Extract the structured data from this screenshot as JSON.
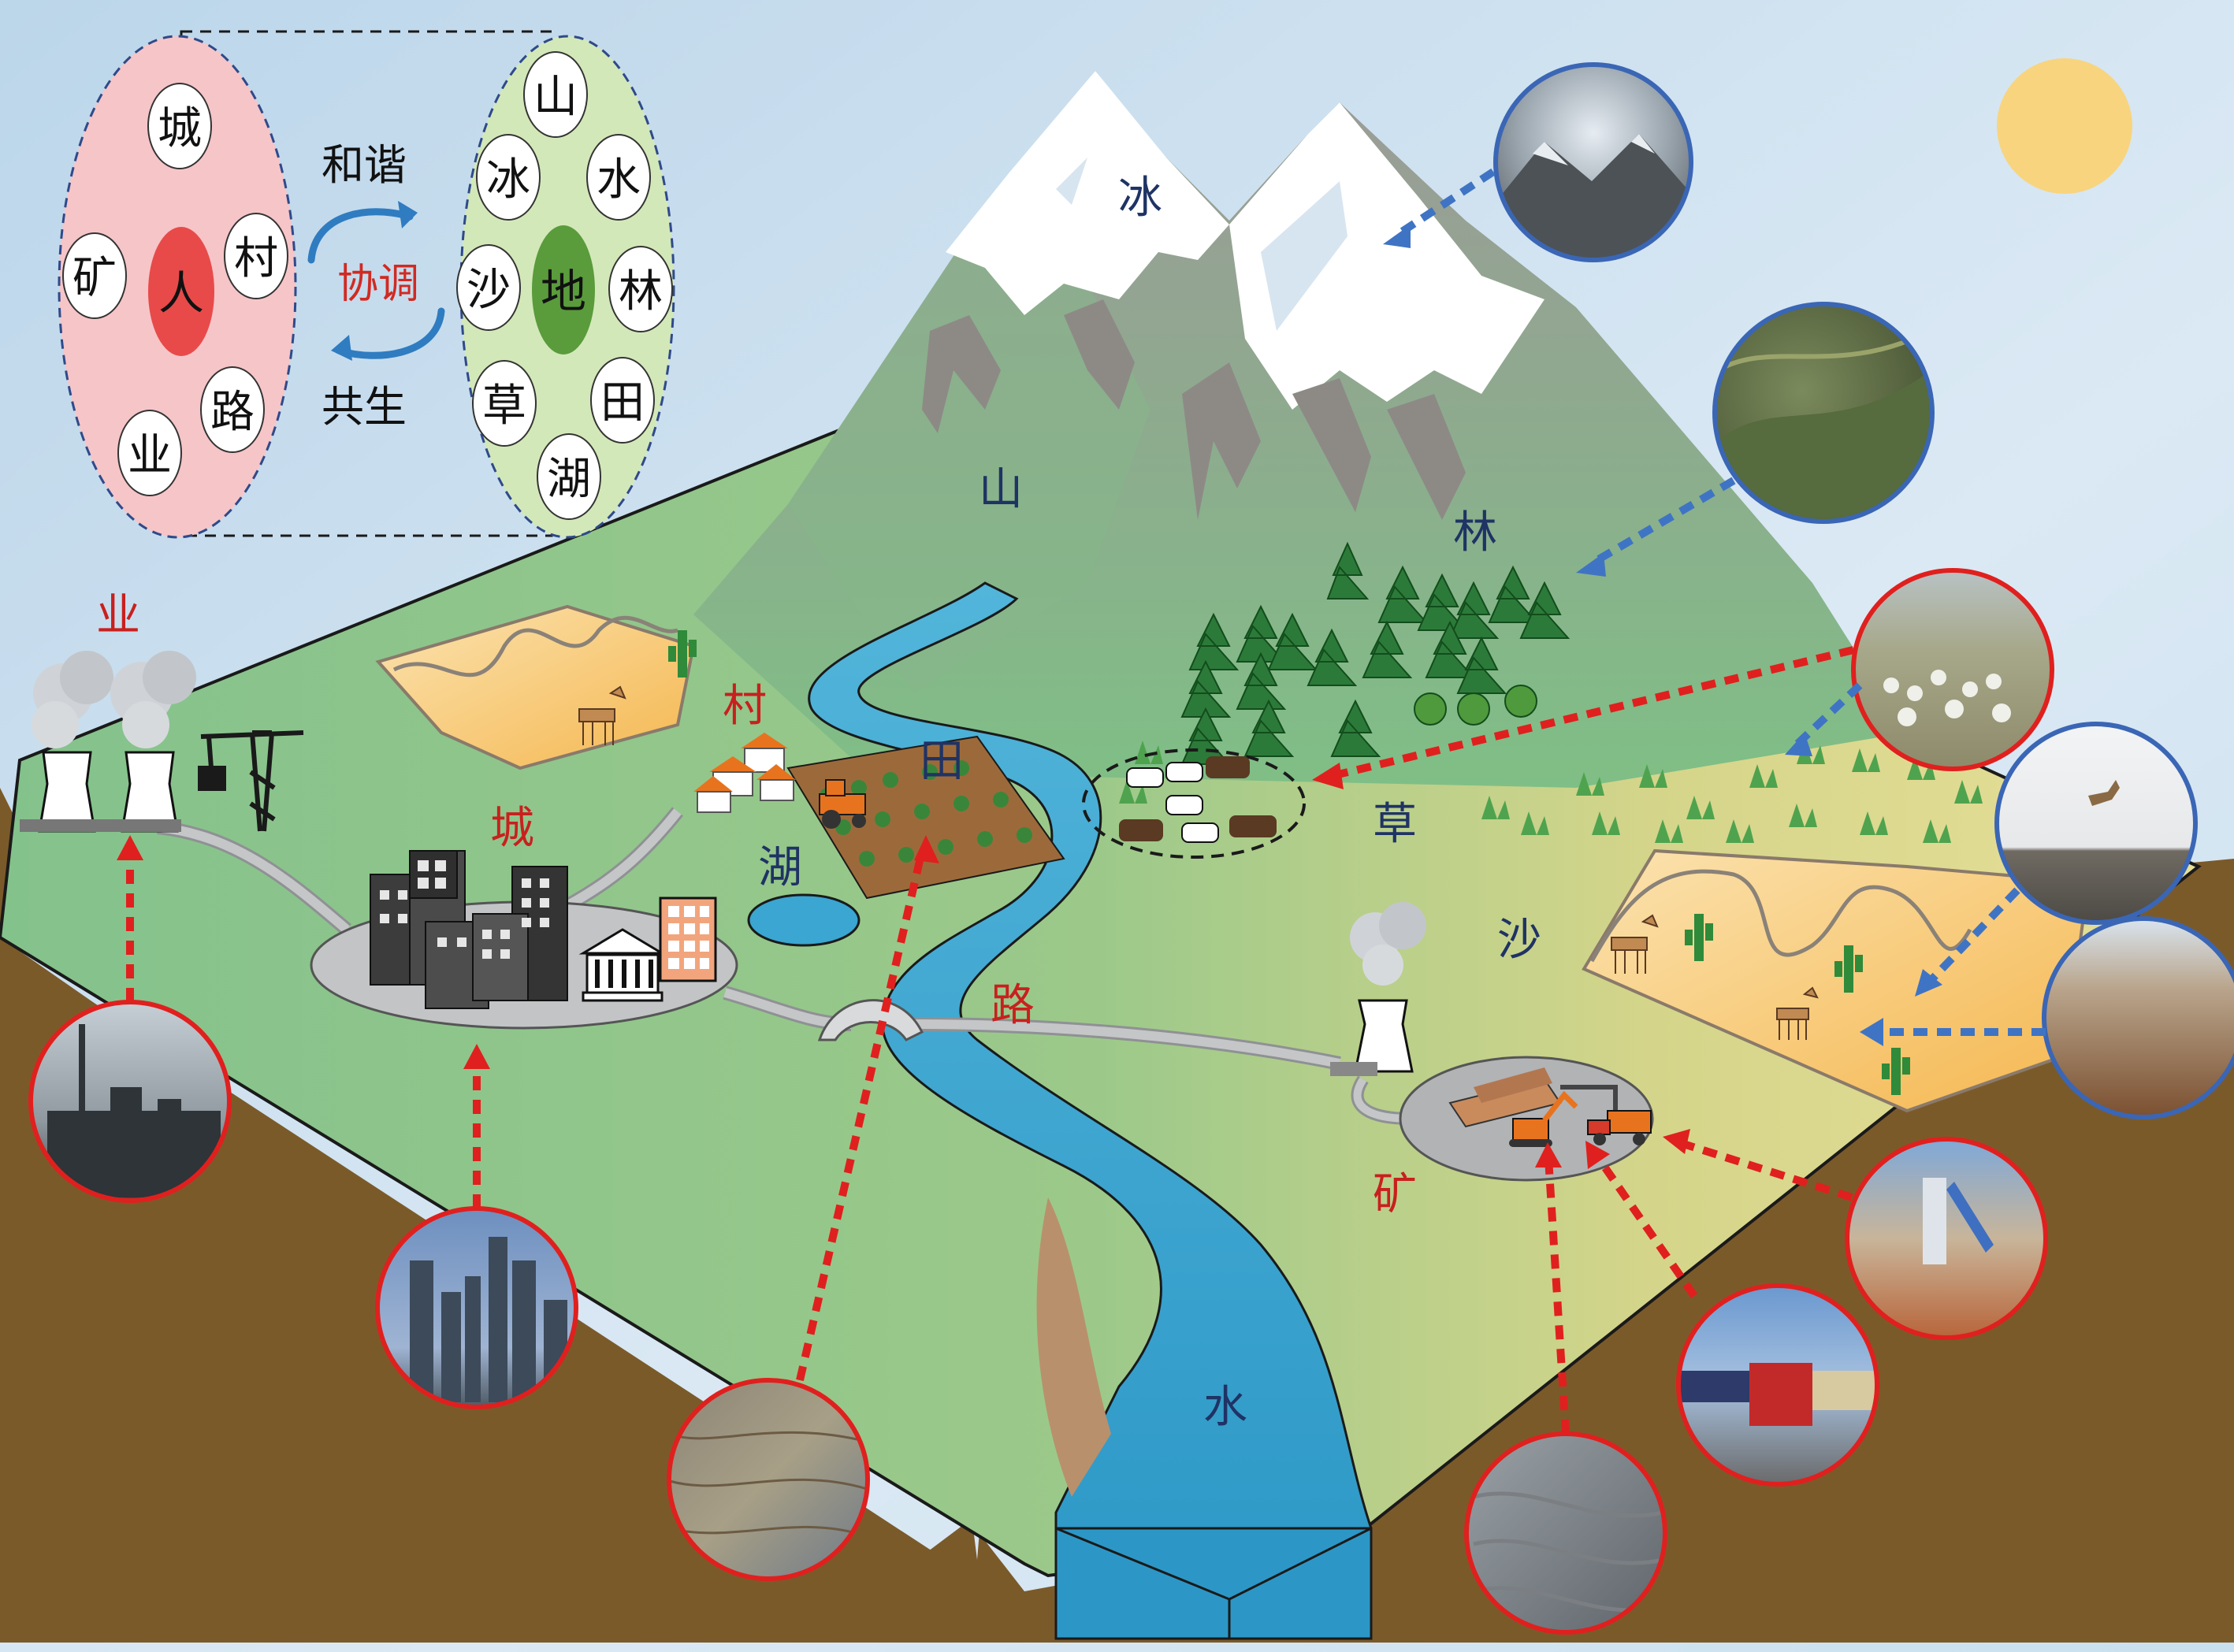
{
  "legend": {
    "human_group": {
      "center": "人",
      "items": [
        "城",
        "村",
        "路",
        "业",
        "矿"
      ]
    },
    "land_group": {
      "center": "地",
      "items": [
        "山",
        "水",
        "林",
        "田",
        "湖",
        "草",
        "沙",
        "冰"
      ]
    },
    "relation_top": "和谐",
    "relation_middle": "协调",
    "relation_bottom": "共生"
  },
  "labels": {
    "ice": "冰",
    "mountain": "山",
    "forest": "林",
    "grass": "草",
    "sand": "沙",
    "water": "水",
    "road": "路",
    "mine": "矿",
    "city": "城",
    "village": "村",
    "field": "田",
    "lake": "湖",
    "industry": "业"
  },
  "colors": {
    "sky_top": "#bcd6ea",
    "sky_bottom": "#e3eef6",
    "land_green": "#8cc28f",
    "land_yellow": "#ded98b",
    "soil": "#7b5a2a",
    "river": "#3aa6d1",
    "snow": "#ffffff",
    "rock": "#8d8a86",
    "desert": "#f5c97b",
    "sun": "#f8d47e",
    "human_red": "#e84a4a",
    "human_pink": "#f6c5c8",
    "nature_green": "#5a9b3c",
    "nature_light": "#d3e8b9",
    "arrow_blue": "#3f74c4",
    "arrow_red": "#e0201e",
    "label_red": "#c8201e",
    "label_navy": "#1f3364"
  }
}
